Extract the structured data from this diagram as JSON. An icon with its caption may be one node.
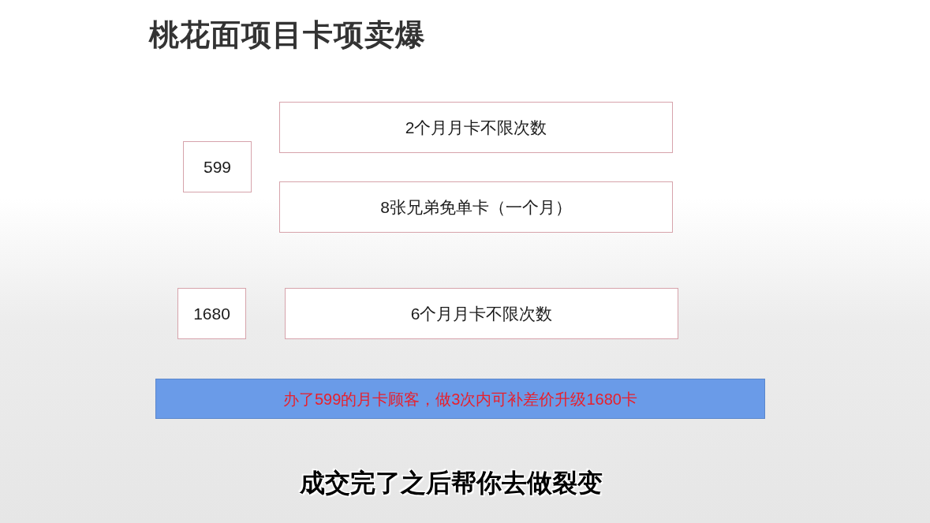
{
  "diagram": {
    "title": "桃花面项目卡项卖爆",
    "nodes": [
      {
        "text": [
          "599"
        ]
      },
      {
        "text": [
          "2个月月卡不限次数"
        ]
      },
      {
        "text": [
          "8张兄弟免单卡（一个月）"
        ]
      },
      {
        "text": [
          "1680"
        ]
      },
      {
        "text": [
          "6个月月卡不限次数"
        ]
      },
      {
        "text": [
          "办了599的月卡顾客，做3次内可补差价升级1680卡"
        ]
      }
    ],
    "edges": [],
    "labels": [
      "成交完了之后帮你去做裂变"
    ]
  }
}
